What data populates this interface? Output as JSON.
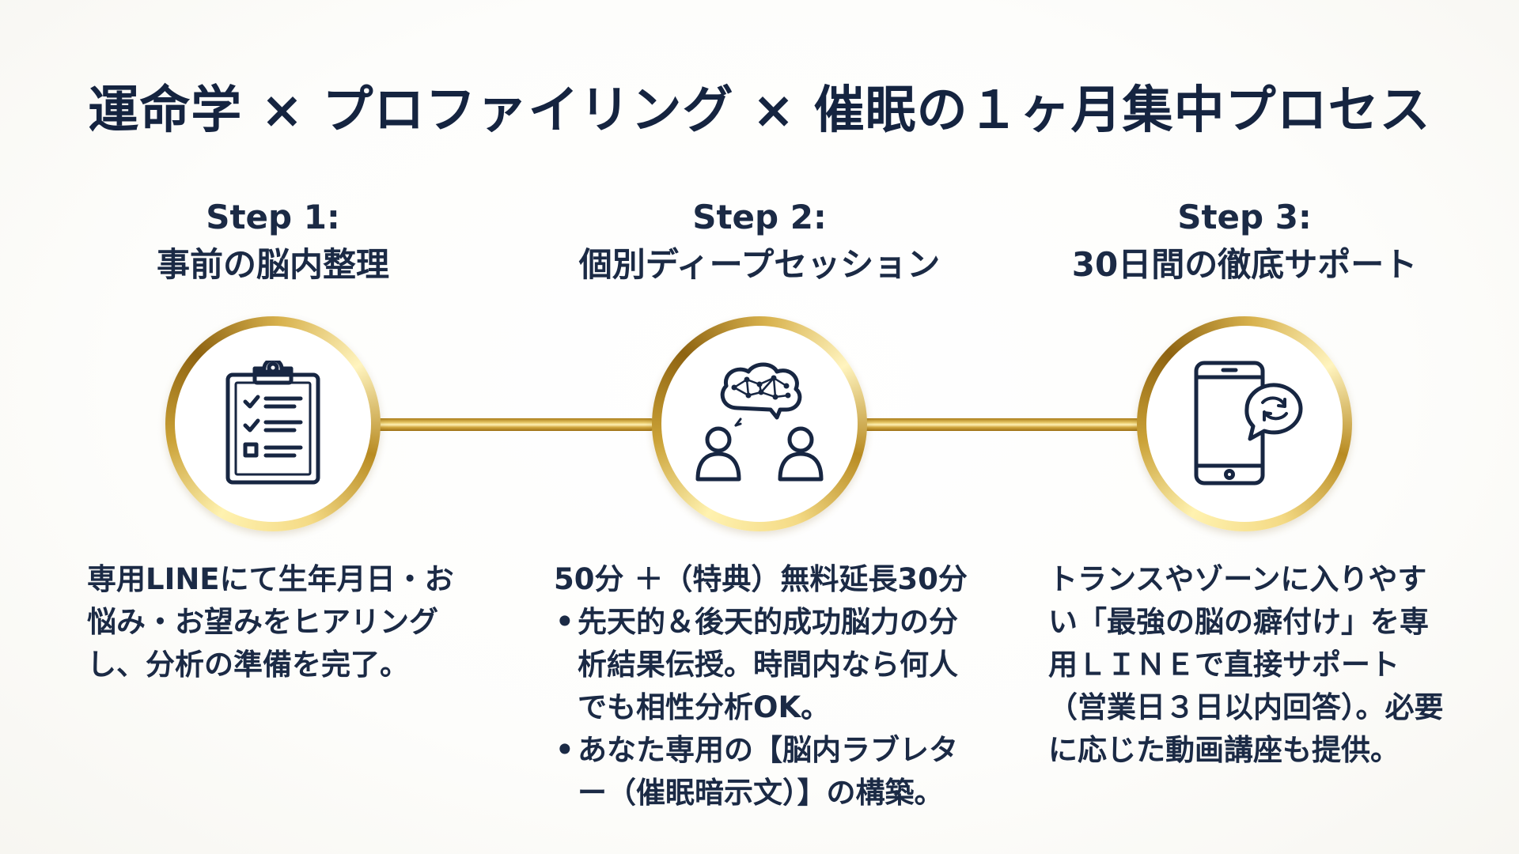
{
  "title": "運命学 × プロファイリング × 催眠の１ヶ月集中プロセス",
  "colors": {
    "navy": "#172642",
    "gold": "#c9a13a",
    "gold_light": "#fff1b5",
    "gold_dark": "#8e6311"
  },
  "steps": [
    {
      "label": "Step 1:",
      "title": "事前の脳内整理",
      "icon": "clipboard-checklist-icon",
      "description": "専用LINEにて生年月日・お悩み・お望みをヒアリングし、分析の準備を完了。"
    },
    {
      "label": "Step 2:",
      "title": "個別ディープセッション",
      "icon": "brain-conversation-icon",
      "intro": "50分 ＋（特典）無料延長30分",
      "bullets": [
        "先天的＆後天的成功脳力の分析結果伝授。時間内なら何人でも相性分析OK。",
        "あなた専用の【脳内ラブレター（催眠暗示文）】の構築。"
      ]
    },
    {
      "label": "Step 3:",
      "title": "30日間の徹底サポート",
      "icon": "smartphone-chat-icon",
      "description": "トランスやゾーンに入りやすい「最強の脳の癖付け」を専用ＬＩＮＥで直接サポート（営業日３日以内回答）。必要に応じた動画講座も提供。"
    }
  ]
}
